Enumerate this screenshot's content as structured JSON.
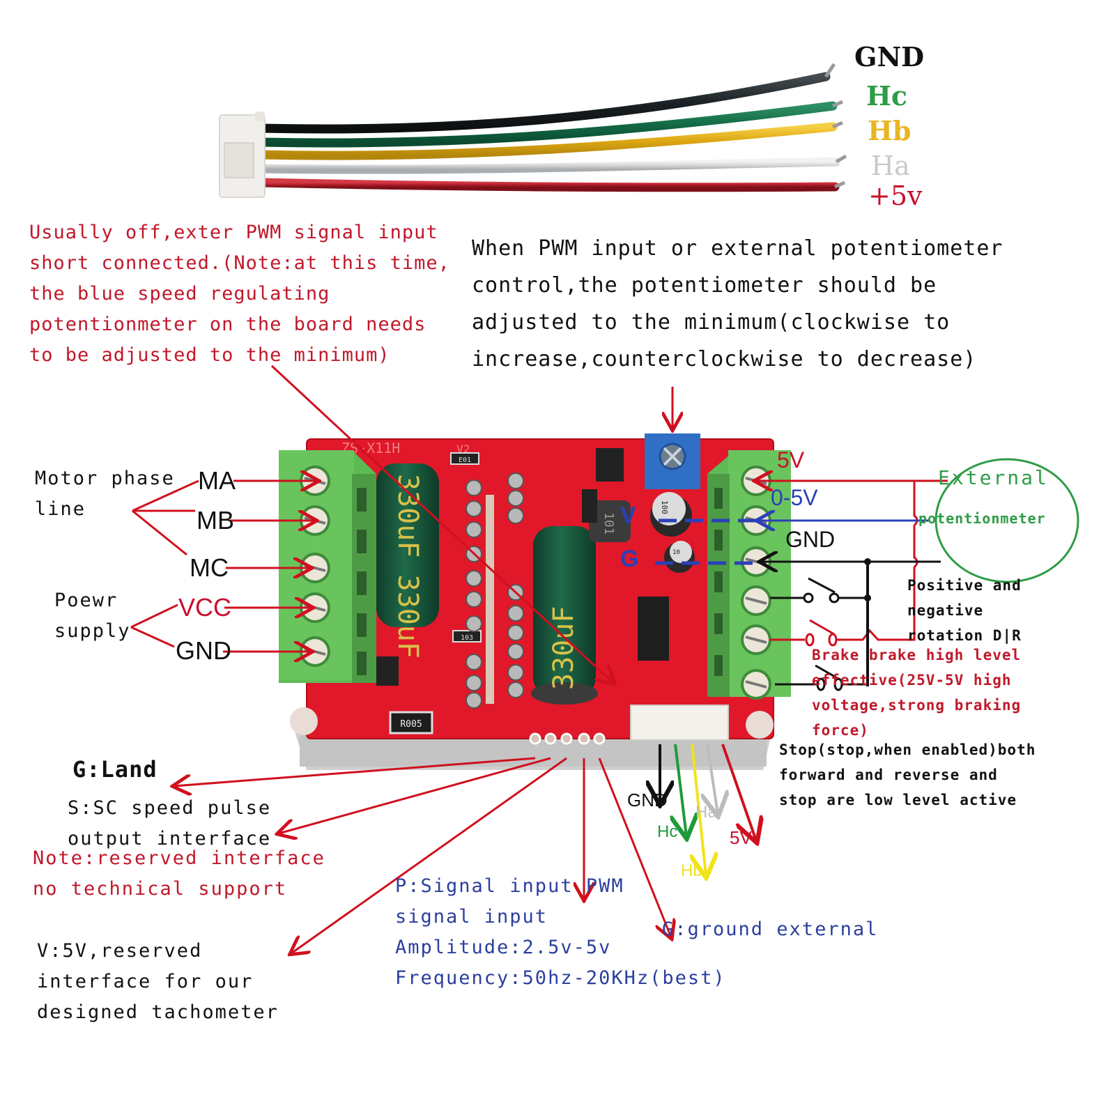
{
  "colors": {
    "annotation_red": "#c8102e",
    "annotation_blue": "#2b3f9e",
    "pcb_red": "#e0182a",
    "terminal_green": "#5cbf5a",
    "potentiometer_green": "#2e9c47",
    "wire_black": "#1d2326",
    "wire_green": "#1e7a4f",
    "wire_yellow": "#e2b21a",
    "wire_white": "#d8d8d8",
    "wire_red": "#b3202c"
  },
  "hall_cable": {
    "wires": [
      {
        "label": "GND",
        "color": "#111111"
      },
      {
        "label": "Hc",
        "color": "#2e9c47"
      },
      {
        "label": "Hb",
        "color": "#e8b622"
      },
      {
        "label": "Ha",
        "color": "#c9c9c9"
      },
      {
        "label": "+5v",
        "color": "#c8102e"
      }
    ]
  },
  "notes": {
    "pwm_short": [
      "Usually off,exter PWM signal input",
      "short connected.(Note:at this time,",
      "the blue speed regulating",
      "potentionmeter on the board needs",
      "to be adjusted to the minimum)"
    ],
    "potentiometer_adjust": [
      "When PWM input or external potentiometer",
      "control,the potentiometer should be",
      "adjusted to the minimum(clockwise to",
      "increase,counterclockwise to decrease)"
    ]
  },
  "board": {
    "model_silk": "ZS-X11H",
    "version_silk": "V2",
    "cap_large_label": "330uF",
    "cap_small_1": "100 35V VT",
    "cap_small_2": "10 16V VT",
    "inductor_label": "101",
    "shunt_label": "R005",
    "resistor_1": "E01",
    "resistor_2": "103"
  },
  "left_terminal": {
    "group_motor": [
      "Motor phase",
      "line"
    ],
    "group_power": [
      "Poewr",
      "supply"
    ],
    "pins": [
      "MA",
      "MB",
      "MC",
      "VCC",
      "GND"
    ]
  },
  "right_terminal": {
    "labels": {
      "five_v": "5V",
      "zero_five_v": "0-5V",
      "gnd": "GND"
    },
    "pot_label_v": "V",
    "pot_label_g": "G",
    "external_pot": [
      "External",
      "potentionmeter"
    ],
    "dir_note": [
      "Positive and",
      "negative",
      "rotation D|R"
    ],
    "brake_note": [
      "Brake brake high level",
      "effective(25V-5V high",
      "voltage,strong braking",
      "force)"
    ],
    "stop_note": [
      "Stop(stop,when enabled)both",
      "forward and reverse and",
      "stop are low level active"
    ]
  },
  "hall_header": {
    "labels": [
      "GND",
      "Hc",
      "Hb",
      "Ha",
      "5V"
    ]
  },
  "bottom_pins": {
    "g_land": "G:Land",
    "s_note": [
      "S:SC speed pulse",
      "output interface"
    ],
    "s_warning": [
      "Note:reserved interface",
      "no technical support"
    ],
    "v_note": [
      "V:5V,reserved",
      "interface for our",
      "designed tachometer"
    ],
    "p_note": [
      "P:Signal input PWM",
      "signal input",
      "Amplitude:2.5v-5v",
      "Frequency:50hz-20KHz(best)"
    ],
    "g_external": "G:ground external"
  }
}
